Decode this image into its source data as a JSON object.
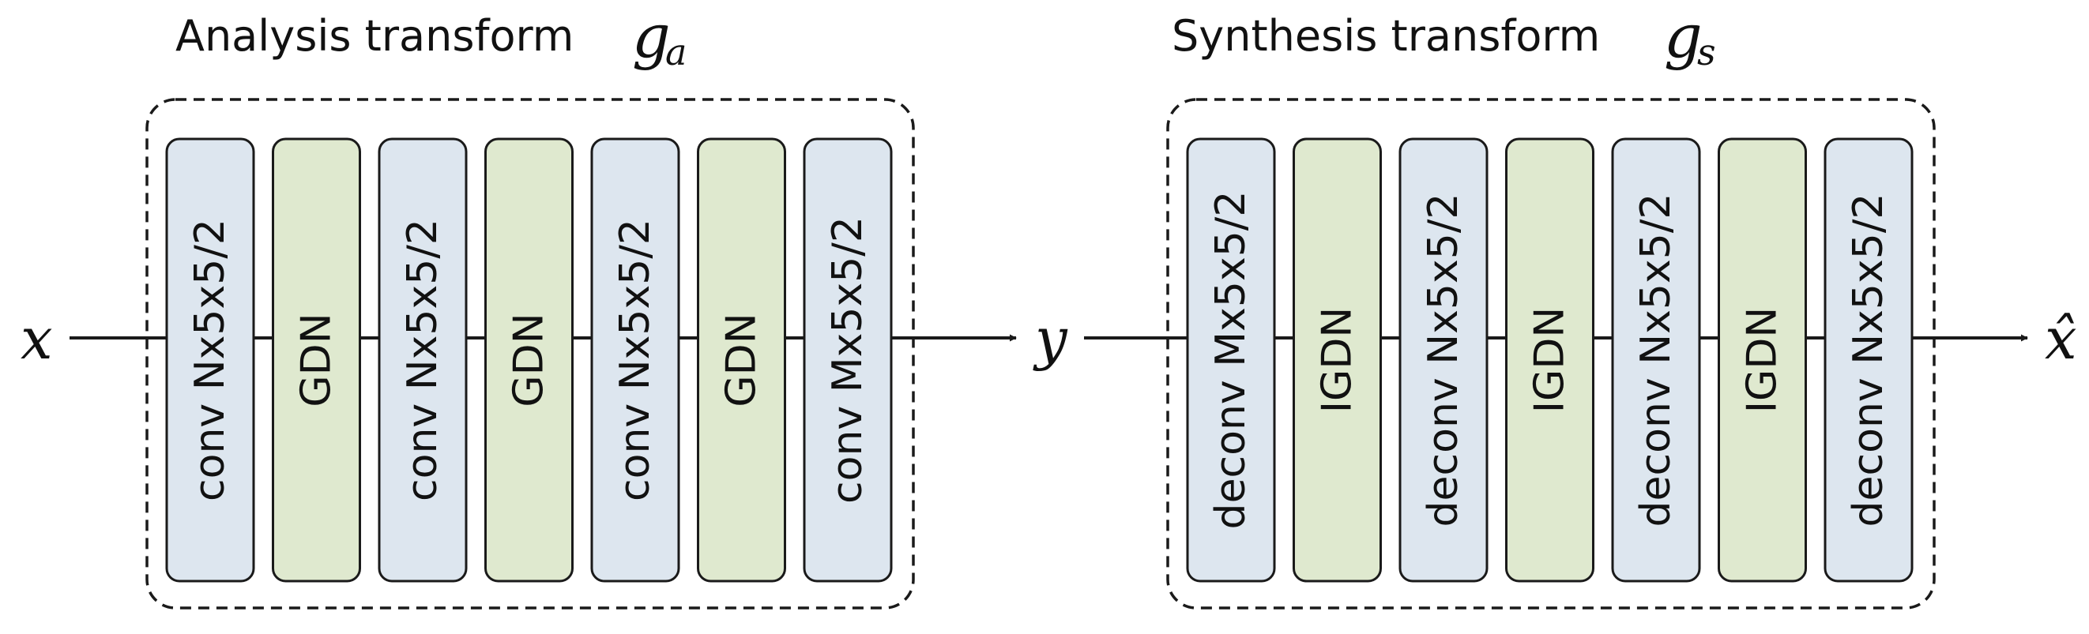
{
  "colors": {
    "conv_fill": "#dde6ef",
    "gdn_fill": "#dfe9cf",
    "stroke": "#1a1a1a",
    "background": "#ffffff"
  },
  "analysis": {
    "title": "Analysis transform",
    "symbol": "g",
    "symbol_sub": "a",
    "blocks": [
      {
        "label": "conv Nx5x5/2",
        "kind": "conv"
      },
      {
        "label": "GDN",
        "kind": "gdn"
      },
      {
        "label": "conv Nx5x5/2",
        "kind": "conv"
      },
      {
        "label": "GDN",
        "kind": "gdn"
      },
      {
        "label": "conv Nx5x5/2",
        "kind": "conv"
      },
      {
        "label": "GDN",
        "kind": "gdn"
      },
      {
        "label": "conv Mx5x5/2",
        "kind": "conv"
      }
    ]
  },
  "synthesis": {
    "title": "Synthesis transform",
    "symbol": "g",
    "symbol_sub": "s",
    "blocks": [
      {
        "label": "deconv Mx5x5/2",
        "kind": "conv"
      },
      {
        "label": "IGDN",
        "kind": "gdn"
      },
      {
        "label": "deconv Nx5x5/2",
        "kind": "conv"
      },
      {
        "label": "IGDN",
        "kind": "gdn"
      },
      {
        "label": "deconv Nx5x5/2",
        "kind": "conv"
      },
      {
        "label": "IGDN",
        "kind": "gdn"
      },
      {
        "label": "deconv Nx5x5/2",
        "kind": "conv"
      }
    ]
  },
  "signals": {
    "input": "x",
    "latent": "y",
    "output": "x̂"
  }
}
